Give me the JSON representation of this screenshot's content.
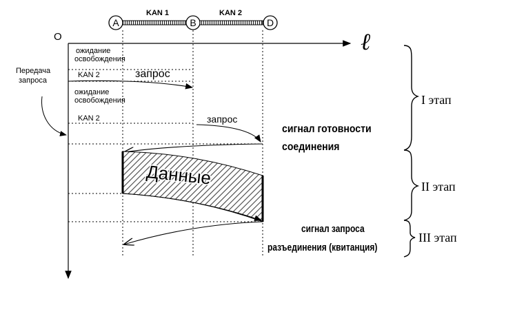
{
  "nodes": [
    "A",
    "B",
    "D"
  ],
  "channels": [
    "KAN 1",
    "KAN 2"
  ],
  "axes": {
    "origin": "O",
    "horizontal": "ℓ"
  },
  "labels": {
    "wait1": [
      "ожидание",
      "освобождения"
    ],
    "kan2_first": "KAN 2",
    "request1": "запрос",
    "transmit": [
      "Передача",
      "запроса"
    ],
    "wait2": [
      "ожидание",
      "освобождения"
    ],
    "kan2_second": "KAN 2",
    "request2": "запрос",
    "ready_signal": [
      "сигнал готовности",
      "соединения"
    ],
    "data": "Данные",
    "disconnect_signal": [
      "сигнал запроса",
      "разъединения  (квитанция)"
    ]
  },
  "stages": [
    "I этап",
    "II этап",
    "III этап"
  ]
}
